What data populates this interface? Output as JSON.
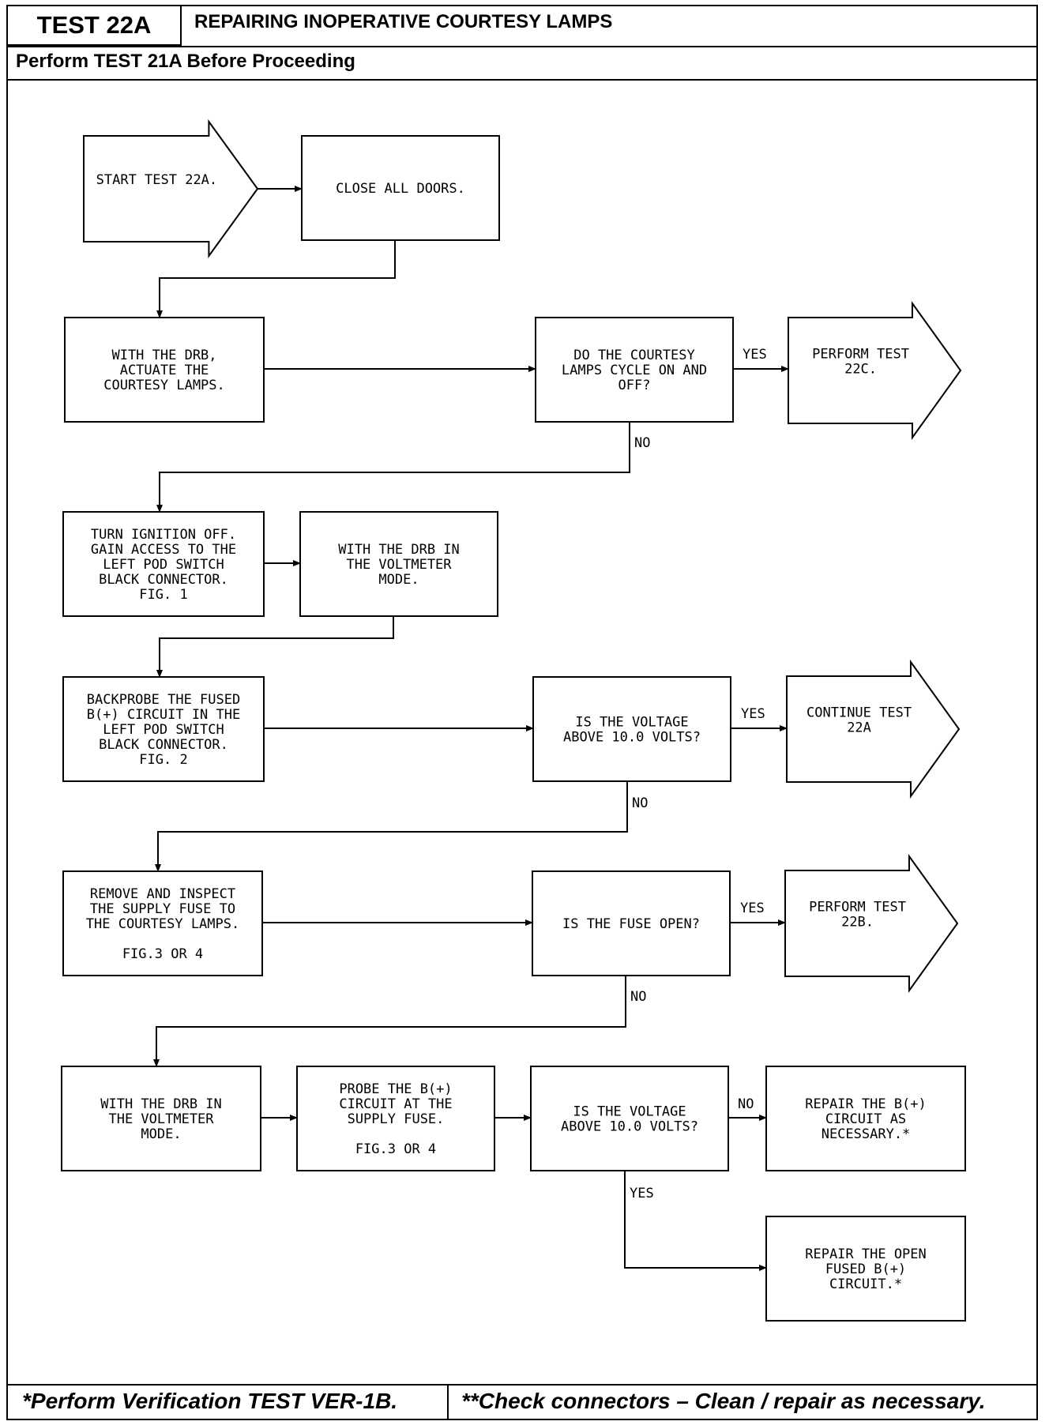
{
  "header": {
    "test_id": "TEST 22A",
    "title": "REPAIRING INOPERATIVE COURTESY LAMPS",
    "subheader": "Perform TEST 21A Before Proceeding"
  },
  "footer": {
    "left_note": "*Perform Verification TEST VER-1B.",
    "right_note": "**Check connectors – Clean / repair as necessary."
  },
  "flowchart": {
    "start": [
      "START TEST 22A."
    ],
    "close_doors": [
      "CLOSE ALL DOORS."
    ],
    "actuate_lamps": [
      "WITH THE DRB,",
      "ACTUATE THE",
      "COURTESY LAMPS."
    ],
    "lamps_cycle_q": [
      "DO THE COURTESY",
      "LAMPS CYCLE ON AND",
      "OFF?"
    ],
    "perform_22c": [
      "PERFORM TEST",
      "22C."
    ],
    "ignition_off": [
      "TURN IGNITION OFF.",
      "GAIN ACCESS TO THE",
      "LEFT POD SWITCH",
      "BLACK CONNECTOR.",
      "FIG. 1"
    ],
    "drb_voltmeter_1": [
      "WITH THE DRB IN",
      "THE VOLTMETER",
      "MODE."
    ],
    "backprobe": [
      "BACKPROBE THE FUSED",
      "B(+) CIRCUIT IN THE",
      "LEFT POD SWITCH",
      "BLACK CONNECTOR.",
      "FIG. 2"
    ],
    "voltage_q_1": [
      "IS THE VOLTAGE",
      "ABOVE 10.0 VOLTS?"
    ],
    "continue_22a": [
      "CONTINUE TEST",
      "22A"
    ],
    "remove_fuse": [
      "REMOVE AND INSPECT",
      "THE SUPPLY FUSE TO",
      "THE COURTESY LAMPS.",
      "",
      "FIG.3 OR 4"
    ],
    "fuse_open_q": [
      "IS THE FUSE OPEN?"
    ],
    "perform_22b": [
      "PERFORM TEST",
      "22B."
    ],
    "drb_voltmeter_2": [
      "WITH THE DRB IN",
      "THE VOLTMETER",
      "MODE."
    ],
    "probe_supply": [
      "PROBE THE B(+)",
      "CIRCUIT AT THE",
      "SUPPLY FUSE.",
      "",
      "FIG.3 OR 4"
    ],
    "voltage_q_2": [
      "IS THE VOLTAGE",
      "ABOVE 10.0 VOLTS?"
    ],
    "repair_b_circuit": [
      "REPAIR THE B(+)",
      "CIRCUIT AS",
      "NECESSARY.*"
    ],
    "repair_open_fused": [
      "REPAIR THE OPEN",
      "FUSED B(+)",
      "CIRCUIT.*"
    ],
    "labels": {
      "yes": "YES",
      "no": "NO"
    }
  }
}
